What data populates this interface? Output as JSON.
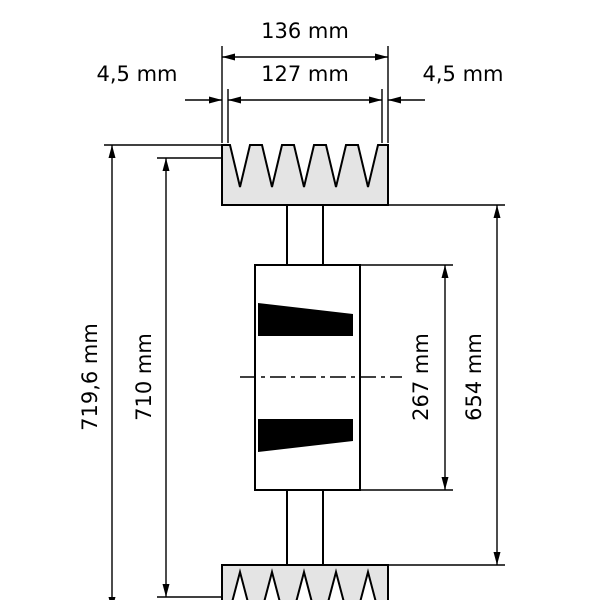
{
  "drawing": {
    "unit": "mm",
    "groove_count": 5,
    "dims": {
      "width_total": {
        "label": "136 mm",
        "value": 136
      },
      "width_inner": {
        "label": "127 mm",
        "value": 127
      },
      "edge_left": {
        "label": "4,5 mm",
        "value": 4.5
      },
      "edge_right": {
        "label": "4,5 mm",
        "value": 4.5
      },
      "outside_diameter": {
        "label": "719,6 mm",
        "value": 719.6
      },
      "pitch_diameter": {
        "label": "710 mm",
        "value": 710
      },
      "hub_diameter": {
        "label": "267 mm",
        "value": 267
      },
      "rim_inner_diameter": {
        "label": "654 mm",
        "value": 654
      }
    },
    "colors": {
      "line": "#000000",
      "rim_fill": "#e4e4e4",
      "bush_fill": "#000000",
      "background": "#ffffff"
    }
  }
}
